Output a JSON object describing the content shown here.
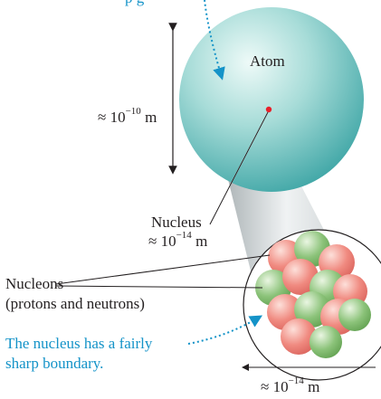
{
  "labels": {
    "top_caption_fragment": "p         g",
    "atom": "Atom",
    "atom_size_prefix": "≈ 10",
    "atom_size_exponent": "−10",
    "atom_size_unit": " m",
    "nucleus": "Nucleus",
    "nucleus_size_prefix": "≈ 10",
    "nucleus_size_exponent": "−14",
    "nucleus_size_unit": " m",
    "nucleons_line1": "Nucleons",
    "nucleons_line2": "(protons and neutrons)",
    "boundary_line1": "The nucleus has a fairly",
    "boundary_line2": "sharp boundary.",
    "bottom_size_prefix": "≈ 10",
    "bottom_size_exponent": "−14",
    "bottom_size_unit": " m"
  },
  "colors": {
    "atom_light": "#e3f6f4",
    "atom_dark": "#3fa6a6",
    "proton": "#f08a80",
    "neutron": "#8cc37a",
    "annotation": "#1493c8",
    "nucleus_dot": "#e8202a",
    "ink": "#231f20"
  }
}
